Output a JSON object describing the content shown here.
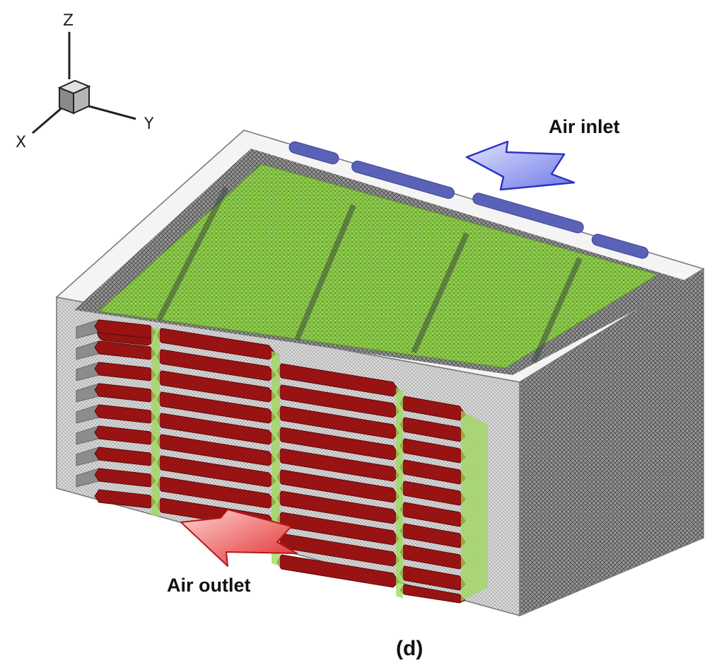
{
  "axes": {
    "z": "Z",
    "y": "Y",
    "x": "X"
  },
  "labels": {
    "inlet": "Air inlet",
    "outlet": "Air outlet",
    "panel": "(d)"
  },
  "colors": {
    "inlet_arrow": "#7b85ee",
    "outlet_arrow": "#e23a3a",
    "cells": "#a31515",
    "cooling_plate": "#7fc93a",
    "mesh": "#4d4d4d",
    "inlet_ports": "#5a62b8"
  }
}
